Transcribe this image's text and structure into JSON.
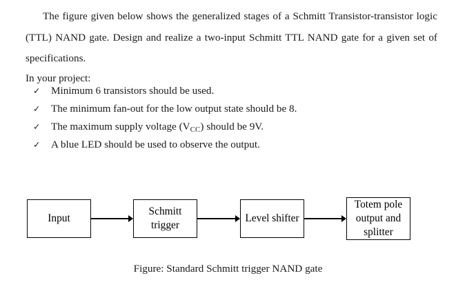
{
  "document": {
    "cutoff_remnant": " ",
    "paragraph": "The figure given below shows the generalized stages of a Schmitt Transistor-transistor logic (TTL) NAND gate. Design and realize a two-input Schmitt TTL NAND gate for a given set of specifications.",
    "project_intro": "In your project:",
    "checkmark_glyph": "✓",
    "requirements": [
      {
        "icon": "checkmark-icon",
        "text": "Minimum 6 transistors should be used."
      },
      {
        "icon": "checkmark-icon",
        "text": "The minimum fan-out for the low output state should be 8."
      },
      {
        "icon": "checkmark-icon",
        "text_before": "The maximum supply voltage (V",
        "subscript": "CC",
        "text_after": ") should be 9V."
      },
      {
        "icon": "checkmark-icon",
        "text": "A blue LED should be used to observe the output."
      }
    ]
  },
  "diagram": {
    "nodes": [
      {
        "id": "input",
        "label": "Input"
      },
      {
        "id": "schmitt",
        "label": "Schmitt trigger"
      },
      {
        "id": "level",
        "label": "Level shifter"
      },
      {
        "id": "totem",
        "label": "Totem pole output and splitter"
      }
    ],
    "connectors": [
      {
        "from": "input",
        "to": "schmitt",
        "style": "arrow-right"
      },
      {
        "from": "schmitt",
        "to": "level",
        "style": "arrow-right"
      },
      {
        "from": "level",
        "to": "totem",
        "style": "arrow-right"
      }
    ],
    "caption": "Figure: Standard Schmitt trigger NAND gate",
    "colors": {
      "border": "#000000",
      "fill": "#ffffff",
      "text": "#000000"
    }
  }
}
